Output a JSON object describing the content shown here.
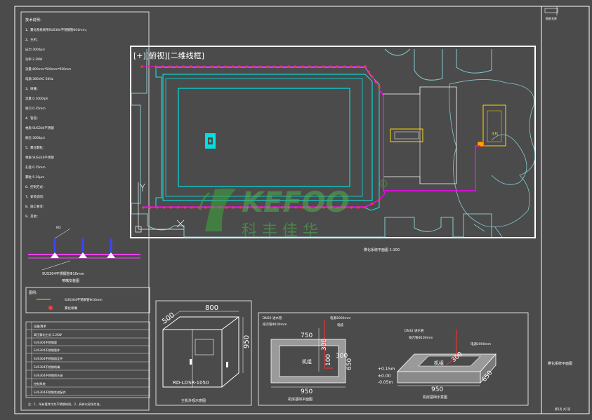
{
  "viewport": {
    "label": "[+][俯视][二维线框]"
  },
  "notes": {
    "lines": [
      "技术说明：",
      "1、雾化系统采用SUS304不锈钢管Φ10mm；",
      "2、主机：",
      "压力:3000psi",
      "功率:2.2KW",
      "流量:800mm*500mm*950mm",
      "电源:380VAC 50Hz",
      "3、喷嘴：",
      "流量:0.1000lph",
      "喷口:0.35mm",
      "4、管道：",
      "材质:SUS304不锈钢",
      "耐压:3000psi",
      "5、雾化颗粒：",
      "材质:SUS316不锈钢",
      "孔径:0.15mm",
      "雾粒:5-10μm",
      "6、控制方式：",
      "7、安装说明：",
      "8、施工要求：",
      "9、其他："
    ],
    "detail_labels": {
      "nozzle": "RD",
      "pipe": "SUS304不锈钢管Φ10mm"
    },
    "detail_caption": "喷嘴安装图"
  },
  "legend": {
    "title": "图例：",
    "items": [
      {
        "label": "SUS304不锈钢管Φ10mm",
        "color": "#ffa500"
      },
      {
        "label": "雾化喷嘴",
        "color": "#ff3b3b"
      }
    ]
  },
  "equipment": {
    "header": "设备清单",
    "rows": [
      "高压雾化主机 2.2KW",
      "SUS304不锈钢管",
      "SUS304不锈钢管件",
      "SUS304不锈钢固定件",
      "SUS304不锈钢喷嘴",
      "SUS304不锈钢喷头座",
      "控制系统",
      "SUS304不锈钢其他配件"
    ],
    "remark": "注：1、所有管件均为不锈钢材质。2、具体以现场为准。"
  },
  "plan": {
    "caption": "雾化系统平面图 1:100",
    "cabinet_label": "主机",
    "logo_text": "KEFOO",
    "logo_sub": "科 丰 佳 华"
  },
  "details": {
    "box": {
      "dims": {
        "width": "800",
        "depth": "500",
        "height": "950"
      },
      "model": "RD-LDSR-1050",
      "caption": "主机外观示意图"
    },
    "plan_pit": {
      "dims": {
        "width": "750",
        "depth": "300",
        "inner": "100",
        "side": "300",
        "outer": "950",
        "height": "650"
      },
      "notes": [
        "DN32 进水管",
        "排污管Φ100mm",
        "电源2000mm",
        "电缆"
      ],
      "inner_label": "机组",
      "caption": "机房基础平面图"
    },
    "iso_pit": {
      "dims": {
        "top": "300",
        "width": "950",
        "height": "650"
      },
      "levels": [
        "+0.15m",
        "±0.00",
        "-0.05m"
      ],
      "notes": [
        "DN32 进水管",
        "排污管Φ100mm",
        "电源2000mm"
      ],
      "inner_label": "机组",
      "caption": "机房基础示意图"
    }
  },
  "title_block": {
    "top_text": "图纸名称",
    "drawing_name": "雾化系统平面图",
    "sheet": "第1页 共1页"
  }
}
